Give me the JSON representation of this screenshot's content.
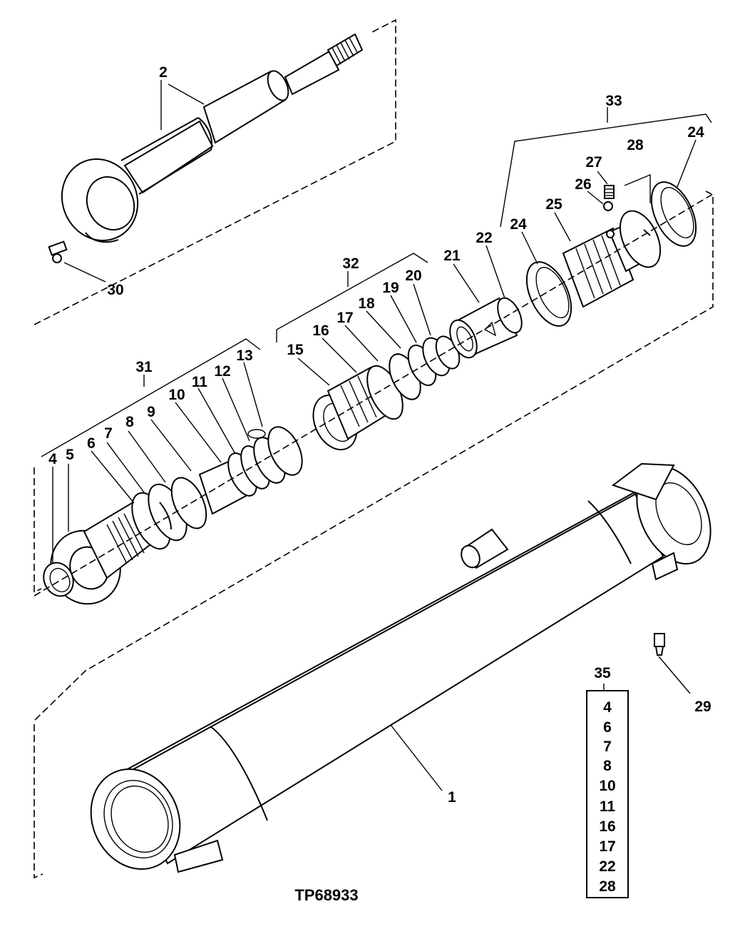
{
  "diagram_id": "TP68933",
  "callouts": [
    "1",
    "2",
    "4",
    "5",
    "6",
    "7",
    "8",
    "9",
    "10",
    "11",
    "12",
    "13",
    "15",
    "16",
    "17",
    "18",
    "19",
    "20",
    "21",
    "22",
    "24",
    "25",
    "26",
    "27",
    "28",
    "29",
    "30",
    "31",
    "32",
    "33",
    "35"
  ],
  "callout_24_second": "24",
  "kit_box": {
    "title": "35",
    "items": [
      "4",
      "6",
      "7",
      "8",
      "10",
      "11",
      "16",
      "17",
      "22",
      "28"
    ]
  }
}
